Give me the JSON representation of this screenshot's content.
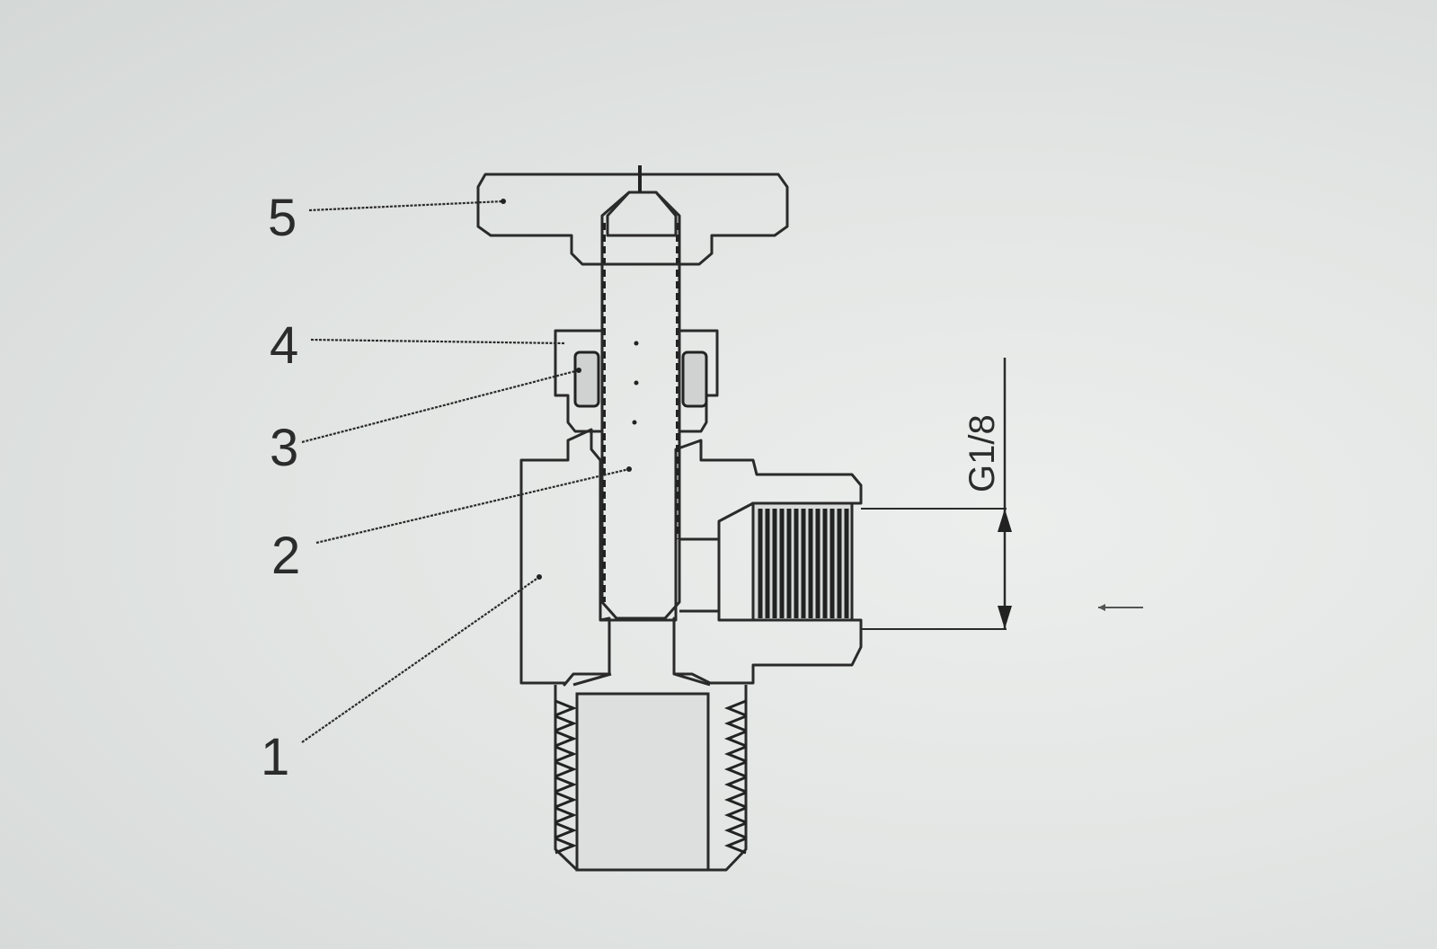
{
  "diagram": {
    "callouts": [
      {
        "id": "1",
        "label": "1"
      },
      {
        "id": "2",
        "label": "2"
      },
      {
        "id": "3",
        "label": "3"
      },
      {
        "id": "4",
        "label": "4"
      },
      {
        "id": "5",
        "label": "5"
      }
    ],
    "dimension": {
      "label": "G1/8"
    }
  }
}
